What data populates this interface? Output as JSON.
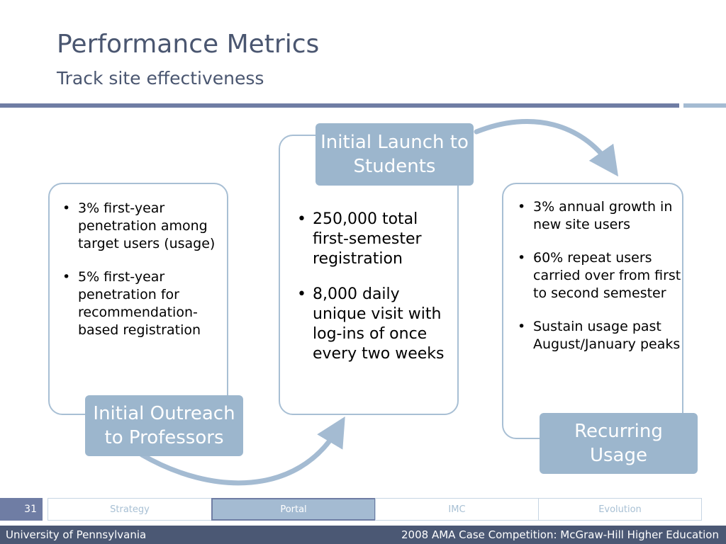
{
  "slide": {
    "title": "Performance Metrics",
    "subtitle": "Track site effectiveness"
  },
  "stages": [
    {
      "label": "Initial Outreach to Professors",
      "bullets": [
        "3% first-year penetration among target users (usage)",
        "5% first-year penetration for recommendation-based registration"
      ]
    },
    {
      "label": "Initial Launch to Students",
      "bullets": [
        "250,000 total first-semester registration",
        "8,000 daily unique visit with log-ins of once every two weeks"
      ]
    },
    {
      "label": "Recurring Usage",
      "bullets": [
        "3% annual growth in new site users",
        "60% repeat users carried over from first to second semester",
        "Sustain usage past August/January peaks"
      ]
    }
  ],
  "nav": {
    "slide_number": "31",
    "tabs": [
      "Strategy",
      "Portal",
      "IMC",
      "Evolution"
    ],
    "active_tab": "Portal"
  },
  "footer": {
    "left": "University of Pennsylvania",
    "right": "2008 AMA Case Competition: McGraw-Hill Higher Education"
  },
  "colors": {
    "accent_dark": "#6f7da4",
    "accent_light": "#9cb6cd",
    "footer_bg": "#4b5874",
    "title_text": "#4a5670"
  }
}
